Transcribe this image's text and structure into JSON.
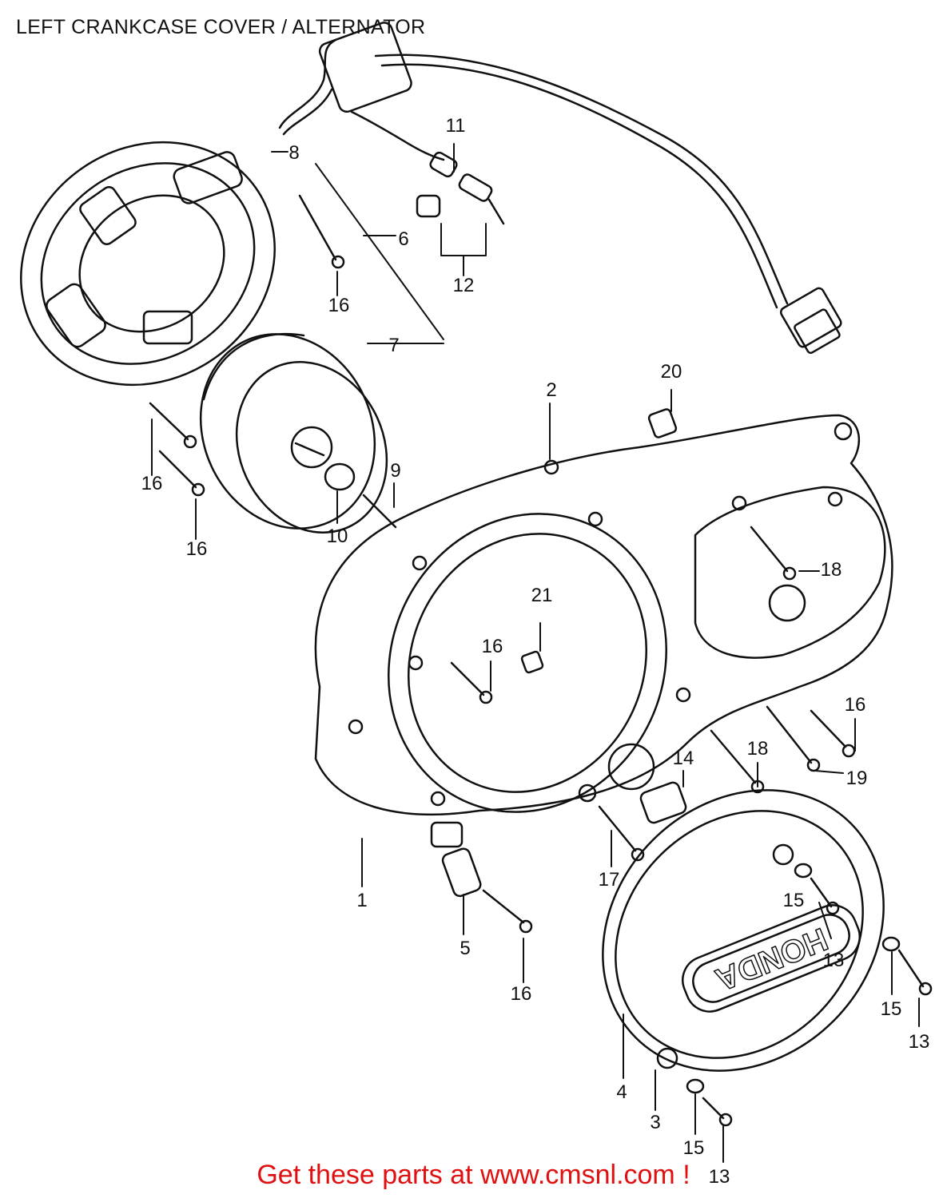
{
  "header": {
    "title": "LEFT CRANKCASE COVER /  ALTERNATOR"
  },
  "footer": {
    "text": "Get these parts at www.cmsnl.com !"
  },
  "callouts": [
    {
      "id": "c8",
      "text": "8"
    },
    {
      "id": "c11",
      "text": "11"
    },
    {
      "id": "c6",
      "text": "6"
    },
    {
      "id": "c12",
      "text": "12"
    },
    {
      "id": "c16a",
      "text": "16"
    },
    {
      "id": "c7",
      "text": "7"
    },
    {
      "id": "c20",
      "text": "20"
    },
    {
      "id": "c2",
      "text": "2"
    },
    {
      "id": "c16b",
      "text": "16"
    },
    {
      "id": "c16c",
      "text": "16"
    },
    {
      "id": "c9",
      "text": "9"
    },
    {
      "id": "c10",
      "text": "10"
    },
    {
      "id": "c18a",
      "text": "18"
    },
    {
      "id": "c21",
      "text": "21"
    },
    {
      "id": "c16d",
      "text": "16"
    },
    {
      "id": "c16e",
      "text": "16"
    },
    {
      "id": "c18b",
      "text": "18"
    },
    {
      "id": "c19",
      "text": "19"
    },
    {
      "id": "c14",
      "text": "14"
    },
    {
      "id": "c1",
      "text": "1"
    },
    {
      "id": "c17",
      "text": "17"
    },
    {
      "id": "c5",
      "text": "5"
    },
    {
      "id": "c16f",
      "text": "16"
    },
    {
      "id": "c15a",
      "text": "15"
    },
    {
      "id": "c13a",
      "text": "13"
    },
    {
      "id": "c15b",
      "text": "15"
    },
    {
      "id": "c13b",
      "text": "13"
    },
    {
      "id": "c4",
      "text": "4"
    },
    {
      "id": "c3",
      "text": "3"
    },
    {
      "id": "c15c",
      "text": "15"
    },
    {
      "id": "c13c",
      "text": "13"
    }
  ],
  "cover_logo": "HONDA"
}
